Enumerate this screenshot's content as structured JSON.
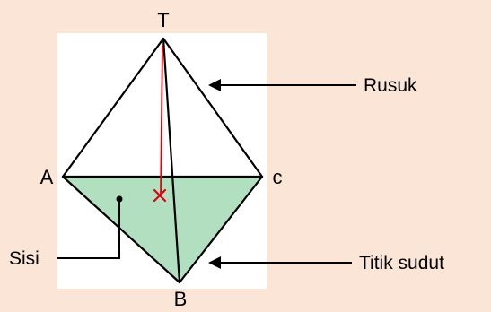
{
  "colors": {
    "page_background": "#fbe5d6",
    "panel_background": "#ffffff",
    "face_fill": "#b2dfc0",
    "edge_color": "#000000",
    "height_line_color": "#e0000f"
  },
  "vertices": {
    "top": "T",
    "left": "A",
    "right": "c",
    "bottom": "B"
  },
  "callouts": {
    "edge": "Rusuk",
    "vertex": "Titik sudut",
    "face": "Sisi"
  }
}
